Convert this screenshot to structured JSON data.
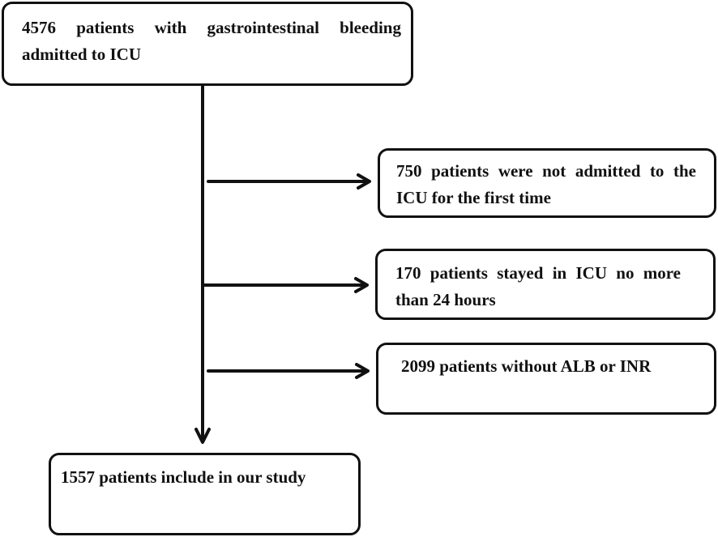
{
  "flowchart": {
    "start": {
      "text": "4576 patients with gastrointestinal bleeding admitted to ICU"
    },
    "exclusions": [
      {
        "text": "750 patients were not admitted to the ICU for the first time"
      },
      {
        "text": "170 patients stayed in ICU no more than 24 hours"
      },
      {
        "text": "2099 patients without ALB or INR"
      }
    ],
    "end": {
      "text": "1557 patients include in our study"
    }
  },
  "colors": {
    "line": "#111111",
    "box_border": "#111111",
    "text": "#111111",
    "background": "#ffffff"
  }
}
